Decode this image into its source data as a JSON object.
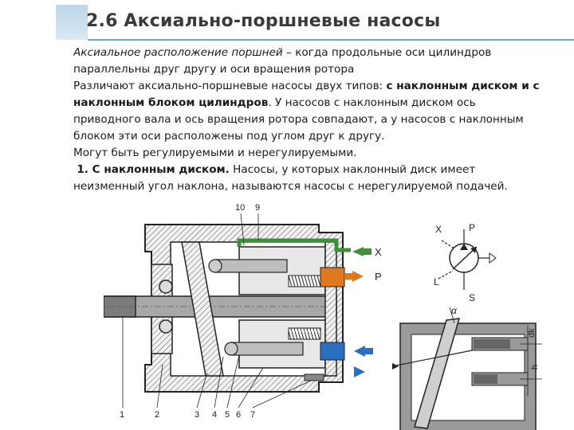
{
  "slide": {
    "title": "2.6 Аксиально-поршневые насосы"
  },
  "body": {
    "line1_italic": "Аксиальное расположение поршней",
    "line1_rest": " – когда продольные оси цилиндров",
    "line2": "параллельны друг другу и оси вращения ротора",
    "line3_plain": "Различают аксиально-поршневые насосы двух типов: ",
    "line3_bold": "с наклонным диском и с",
    "line4_bold": "наклонным блоком цилиндров",
    "line4_rest": ". У насосов с наклонным диском ось",
    "line5": "приводного вала и ось вращения ротора совпадают, а у насосов с наклонным",
    "line6": "блоком эти оси расположены под углом друг к другу.",
    "line7": "Могут быть регулируемыми и нерегулируемыми.",
    "line8_bold": "1. С наклонным диском.",
    "line8_rest": " Насосы, у которых наклонный диск имеет",
    "line9": "неизменный угол наклона, называются насосы с нерегулируемой подачей."
  },
  "figure": {
    "callouts_top": [
      "10",
      "9"
    ],
    "callouts_bottom": [
      "1",
      "2",
      "3",
      "4",
      "5",
      "6",
      "7"
    ],
    "ports": [
      "X",
      "P",
      "L",
      "S"
    ],
    "symbol_labels": {
      "x": "X",
      "p": "P",
      "l": "L",
      "s": "S"
    },
    "dim_labels": {
      "alpha": "α",
      "dk": "dk",
      "h": "h"
    },
    "colors": {
      "green": "#3f8f3a",
      "orange": "#e07820",
      "blue": "#2a6fc0",
      "metal": "#9a9a9a"
    }
  }
}
